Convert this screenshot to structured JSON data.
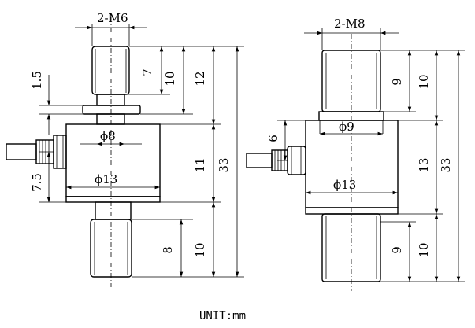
{
  "left": {
    "thread": "2-M6",
    "d_top_7": "7",
    "d_top_10": "10",
    "d_top_12": "12",
    "d_1_5": "1.5",
    "d_phi8": "ϕ8",
    "d_11": "11",
    "d_33": "33",
    "d_7_5": "7.5",
    "d_phi13": "ϕ13",
    "d_bot_8": "8",
    "d_bot_10": "10"
  },
  "right": {
    "thread": "2-M8",
    "d_top_9": "9",
    "d_top_10": "10",
    "d_6": "6",
    "d_phi9": "ϕ9",
    "d_13": "13",
    "d_33": "33",
    "d_phi13": "ϕ13",
    "d_bot_9": "9",
    "d_bot_10": "10"
  },
  "unit_label": "UNIT:mm"
}
